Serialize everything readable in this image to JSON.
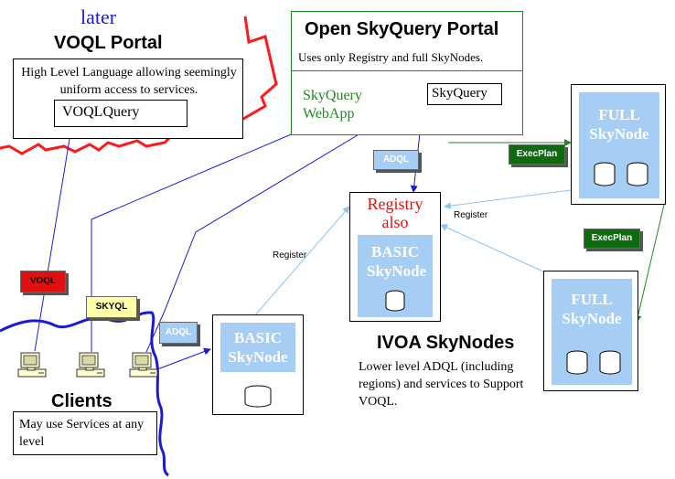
{
  "later_label": "later",
  "voql_portal": {
    "title": "VOQL Portal",
    "description": "High Level Language allowing seemingly uniform access to services.",
    "query_box": "VOQLQuery"
  },
  "skyquery_portal": {
    "title": "Open SkyQuery Portal",
    "subtitle": "Uses only Registry and full SkyNodes.",
    "webapp": "SkyQuery WebApp",
    "skyquery": "SkyQuery"
  },
  "registry": {
    "label_line1": "Registry",
    "label_line2": "also",
    "inner": "BASIC SkyNode"
  },
  "full_skynode_top": "FULL SkyNode",
  "full_skynode_bottom": "FULL SkyNode",
  "basic_skynode": "BASIC SkyNode",
  "tags": {
    "adql_top": "ADQL",
    "execplan_1": "ExecPlan",
    "execplan_2": "ExecPlan",
    "voql": "VOQL",
    "skyql": "SKYQL",
    "adql_client": "ADQL"
  },
  "edge_labels": {
    "register_1": "Register",
    "register_2": "Register"
  },
  "ivoa": {
    "title": "IVOA SkyNodes",
    "description": "Lower level  ADQL (including regions) and services to Support VOQL."
  },
  "clients": {
    "title": "Clients",
    "description": "May use Services at any level"
  },
  "colors": {
    "panel_blue": "#a6cdf4",
    "portal_green": "#1f8a1f",
    "link_blue": "#1a1ad8",
    "register_blue": "#8cc4ee",
    "boundary_red": "#ff1a1a",
    "tag_green": "#0e6b10",
    "tag_red": "#e01010",
    "tag_yellow": "#ffffaa"
  }
}
